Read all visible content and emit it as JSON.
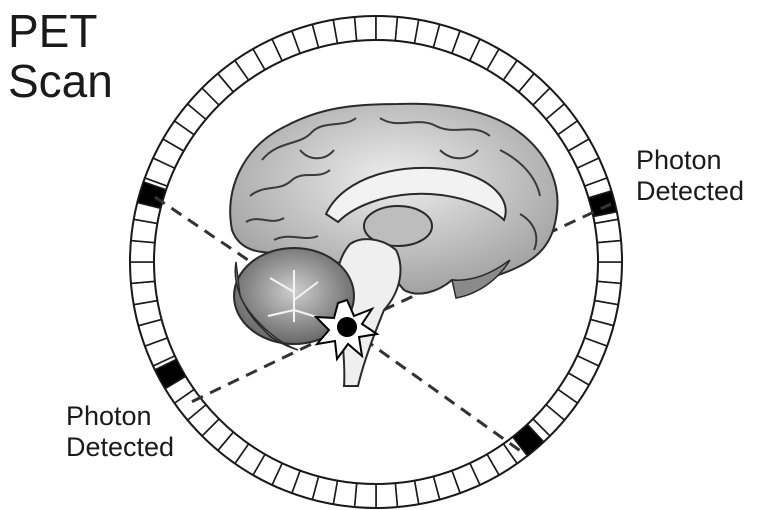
{
  "title": {
    "line1": "PET",
    "line2": "Scan"
  },
  "detector_ring": {
    "segment_count": 72,
    "fill": "#ffffff",
    "stroke": "#1a1a1a",
    "active_fill": "#000000",
    "active_segments": [
      "upper-left",
      "right",
      "lower-left",
      "lower-right"
    ]
  },
  "labels": {
    "right": {
      "line1": "Photon",
      "line2": "Detected"
    },
    "left": {
      "line1": "Photon",
      "line2": "Detected"
    }
  },
  "brain": {
    "icon": "brain-sagittal-section-icon",
    "cortex_color": "#d4d4d4",
    "cerebellum_color": "#9a9a9a",
    "brainstem_color": "#efefef"
  },
  "annihilation_event": {
    "icon": "starburst-icon",
    "core_color": "#000000"
  },
  "photon_paths": {
    "style": "dashed",
    "color": "#333333"
  }
}
